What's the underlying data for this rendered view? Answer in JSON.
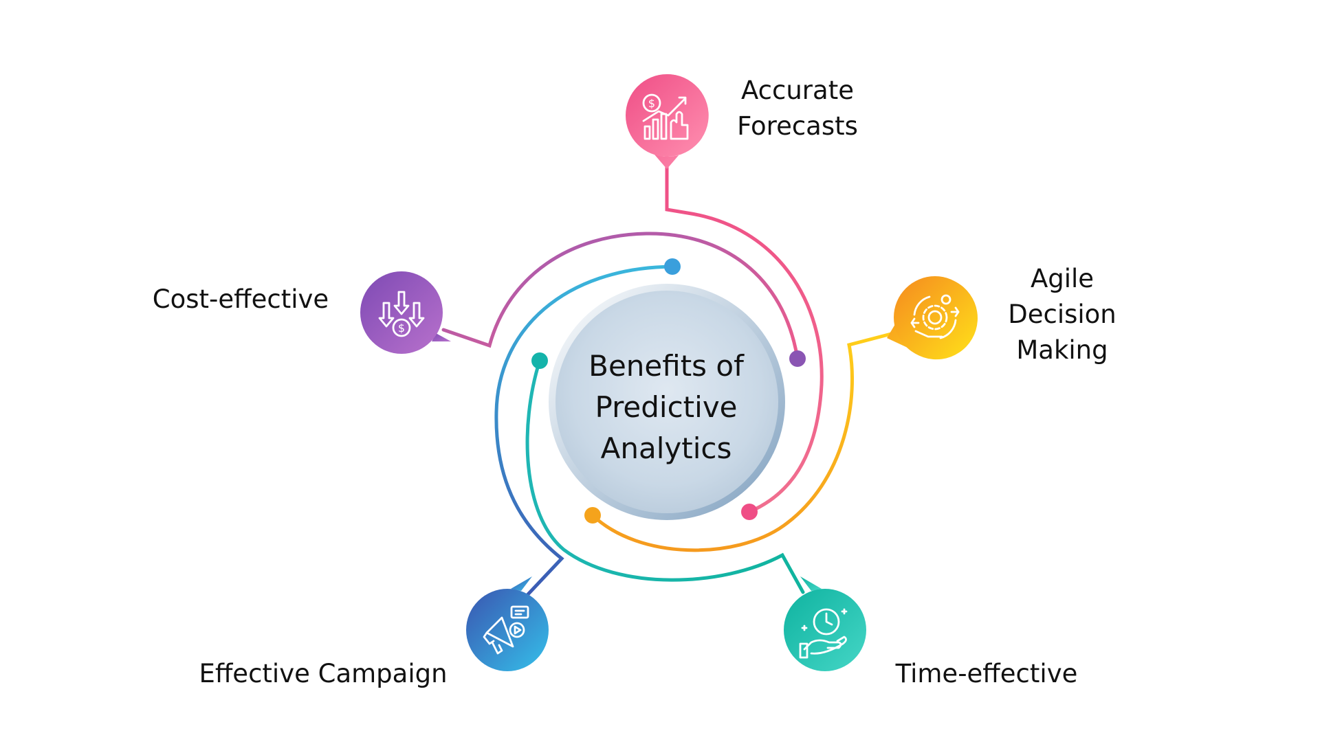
{
  "center": {
    "line1": "Benefits of",
    "line2": "Predictive",
    "line3": "Analytics"
  },
  "benefits": {
    "accurate_forecasts": {
      "line1": "Accurate",
      "line2": "Forecasts",
      "icon": "rising-chart-dollar-icon",
      "color_start": "#f24f84",
      "color_end": "#ff7aa0"
    },
    "agile_decision": {
      "line1": "Agile",
      "line2": "Decision",
      "line3": "Making",
      "icon": "gear-cycle-icon",
      "color_start": "#f59a1e",
      "color_end": "#ffd500"
    },
    "time_effective": {
      "line1": "Time-effective",
      "icon": "hand-clock-icon",
      "color_start": "#10b8a8",
      "color_end": "#3ad1c0"
    },
    "effective_campaign": {
      "line1": "Effective Campaign",
      "icon": "megaphone-icon",
      "color_start": "#3b5bb5",
      "color_end": "#36b6e8"
    },
    "cost_effective": {
      "line1": "Cost-effective",
      "icon": "down-arrows-dollar-icon",
      "color_start": "#8a4fb8",
      "color_end": "#b06cc8"
    }
  }
}
